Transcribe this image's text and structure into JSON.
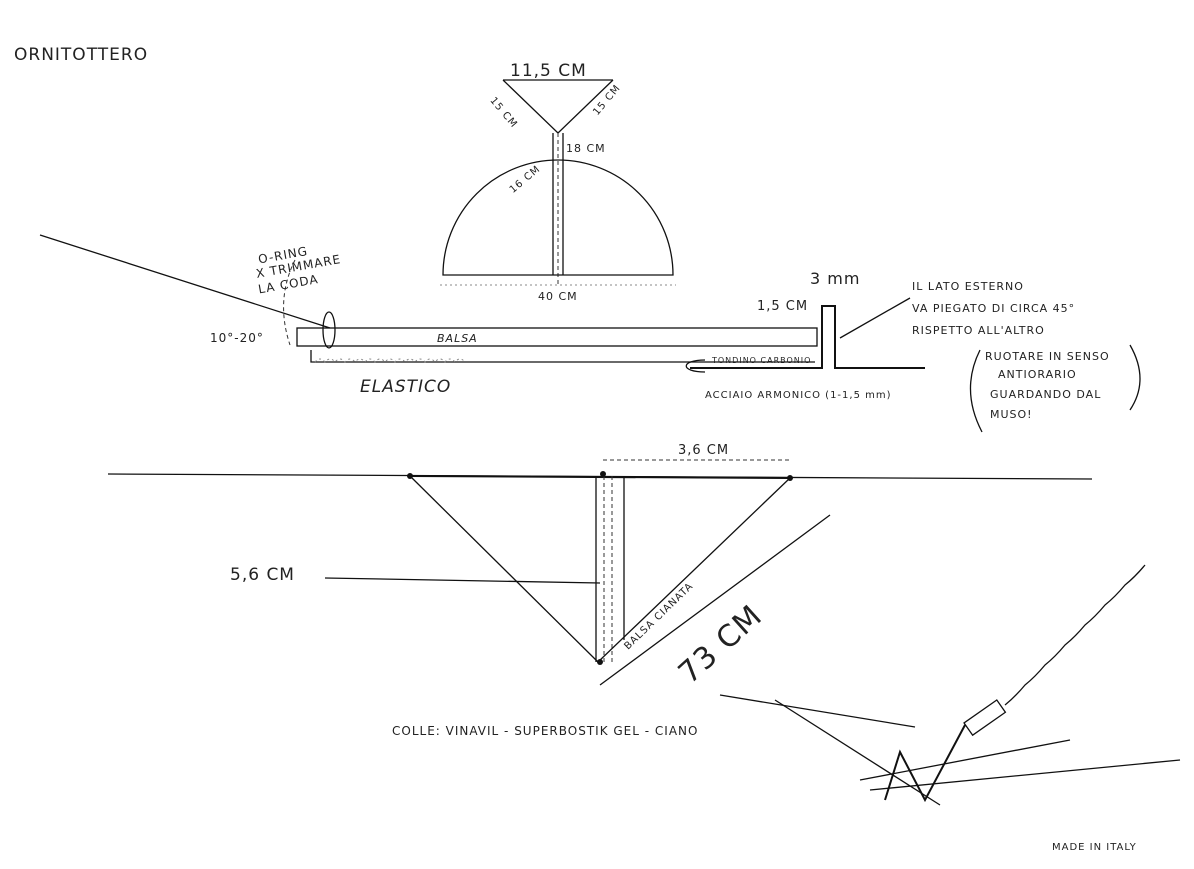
{
  "title": "ORNITOTTERO",
  "tail": {
    "top_width": "11,5 CM",
    "side_left": "15 CM",
    "side_right": "15 CM",
    "stem": "18 CM",
    "radius": "16 CM",
    "base_width": "40 CM"
  },
  "fuselage": {
    "oring_note": [
      "O-RING",
      "X TRIMMARE",
      "LA CODA"
    ],
    "angle": "10°-20°",
    "balsa": "BALSA",
    "elastic": "ELASTICO",
    "crank_height": "1,5 CM",
    "crank_width": "3 mm",
    "carbon": "TONDINO CARBONIO",
    "steel": "ACCIAIO ARMONICO (1-1,5 mm)",
    "note_lines": [
      "IL LATO ESTERNO",
      "VA PIEGATO DI CIRCA 45°",
      "RISPETTO ALL'ALTRO"
    ],
    "rotate_lines": [
      "RUOTARE IN SENSO",
      "ANTIORARIO",
      "GUARDANDO DAL",
      "MUSO!"
    ]
  },
  "wing": {
    "top_dim": "3,6 CM",
    "depth": "5,6 CM",
    "spar": "BALSA CIANATA",
    "span": "73 CM"
  },
  "glues": "COLLE: VINAVIL - SUPERBOSTIK GEL - CIANO",
  "footer": "MADE IN ITALY"
}
